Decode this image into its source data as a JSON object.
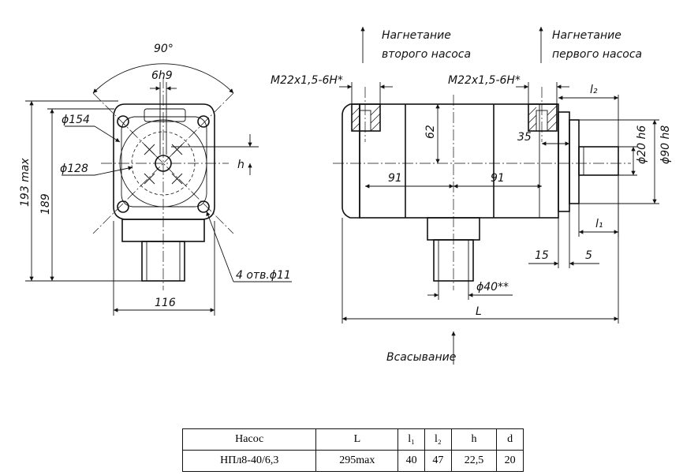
{
  "labels": {
    "angle_90": "90°",
    "key_6h9": "6h9",
    "dia_154": "ϕ154",
    "dia_128": "ϕ128",
    "dim_h": "h",
    "dim_193": "193 max",
    "dim_189": "189",
    "dim_116": "116",
    "holes": "4 отв.ϕ11",
    "thread_left": "M22x1,5-6H*",
    "thread_right": "M22x1,5-6H*",
    "outlet_second": [
      "Нагнетание",
      "второго насоса"
    ],
    "outlet_first": [
      "Нагнетание",
      "первого насоса"
    ],
    "dim_l2": "l₂",
    "dim_62": "62",
    "dim_35": "35",
    "dim_91_left": "91",
    "dim_91_right": "91",
    "dim_20h6": "ϕ20 h6",
    "dim_90h8": "ϕ90 h8",
    "dim_l1": "l₁",
    "dim_15": "15",
    "dim_5": "5",
    "dim_40": "ϕ40**",
    "dim_L": "L",
    "suction": "Всасывание"
  },
  "table": {
    "headers": [
      "Насос",
      "L",
      "l₁",
      "l₂",
      "h",
      "d"
    ],
    "rows": [
      [
        "НПл8-40/6,3",
        "295max",
        "40",
        "47",
        "22,5",
        "20"
      ]
    ]
  }
}
